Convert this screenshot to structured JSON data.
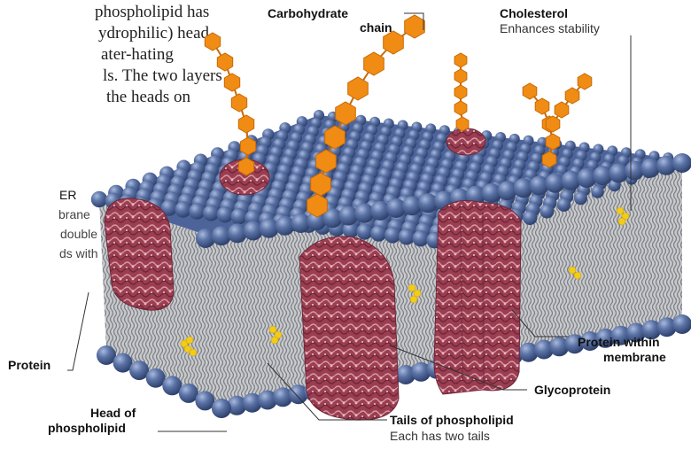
{
  "intro_text": {
    "lines": [
      "phospholipid has",
      "ydrophilic) head",
      "ater-hating",
      "ls. The two layers",
      "the heads on"
    ]
  },
  "side_text": {
    "lines": [
      "ER",
      "brane",
      "double",
      "ds with"
    ]
  },
  "labels": {
    "carbohydrate_line1": "Carbohydrate",
    "carbohydrate_line2": "chain",
    "cholesterol": "Cholesterol",
    "cholesterol_sub": "Enhances stability",
    "protein": "Protein",
    "protein_within_line1": "Protein within",
    "protein_within_line2": "membrane",
    "glycoprotein": "Glycoprotein",
    "tails": "Tails of phospholipid",
    "tails_sub": "Each has two tails",
    "head_line1": "Head of",
    "head_line2": "phospholipid"
  },
  "colors": {
    "head_blue": "#5b73a6",
    "head_dark": "#2f426e",
    "tail_gray": "#8e9196",
    "protein_red": "#9b3e52",
    "protein_light": "#d89aa6",
    "carb_orange": "#f08c14",
    "cholesterol_yellow": "#f1cc1d",
    "leader_line": "#333333"
  }
}
